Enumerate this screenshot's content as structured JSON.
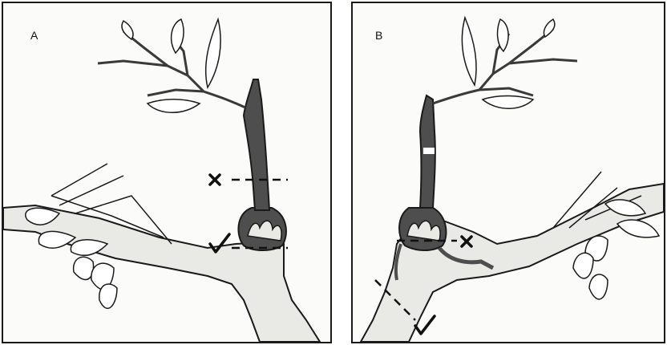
{
  "panels": [
    {
      "label": "A"
    },
    {
      "label": "B"
    }
  ],
  "colors": {
    "host_branch": "#e9e9e6",
    "mistletoe": "#4e4e4e",
    "outline": "#1a1a1a",
    "leaf_fill": "#ffffff"
  },
  "marks": {
    "wrong_symbol": "cross",
    "correct_symbol": "check"
  }
}
